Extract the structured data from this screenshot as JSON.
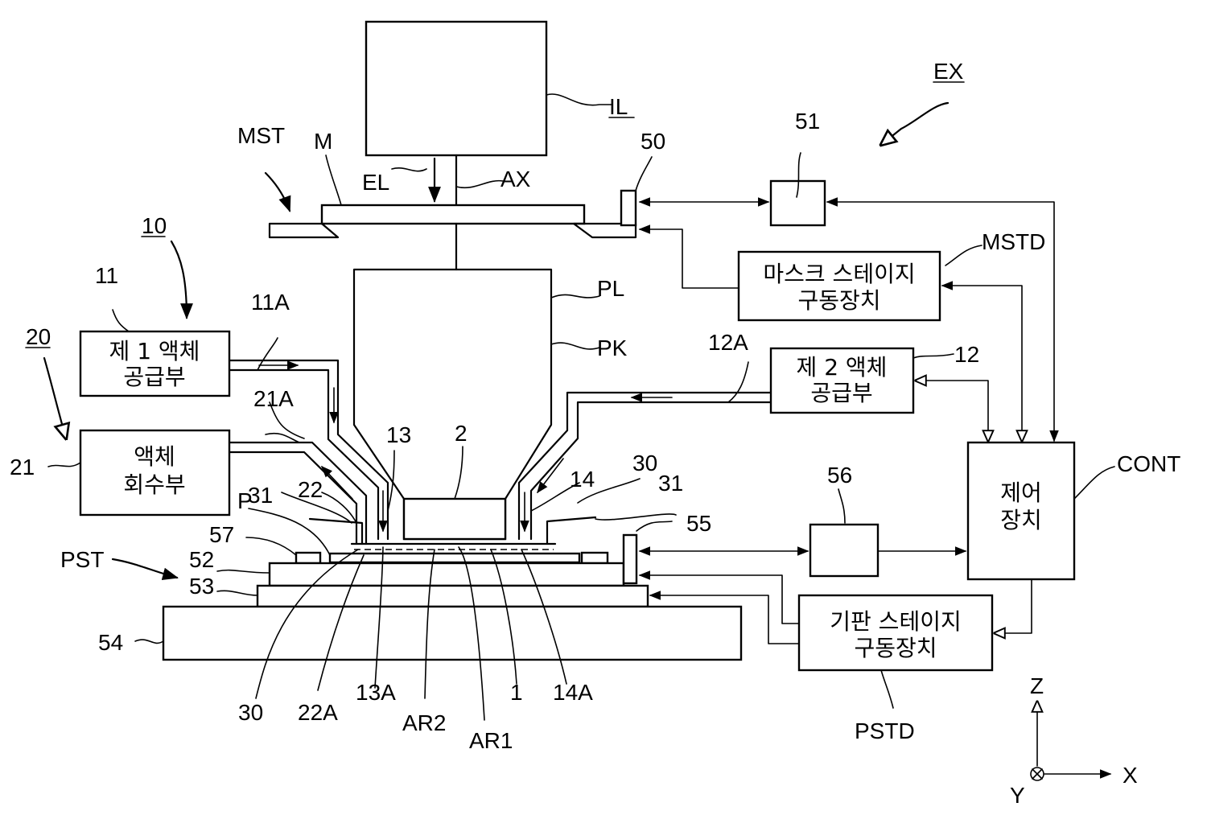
{
  "labels": {
    "il": "IL",
    "ex": "EX",
    "mst": "MST",
    "m": "M",
    "el": "EL",
    "ax": "AX",
    "n50": "50",
    "n51": "51",
    "mstd": "MSTD",
    "n10": "10",
    "n11": "11",
    "n11a": "11A",
    "pl": "PL",
    "pk": "PK",
    "n12a": "12A",
    "n12": "12",
    "n20": "20",
    "n21a": "21A",
    "n13": "13",
    "n2": "2",
    "n30a": "30",
    "n14": "14",
    "n31a": "31",
    "n55": "55",
    "n56": "56",
    "cont": "CONT",
    "n21": "21",
    "n31b": "31",
    "n22": "22",
    "p": "P",
    "n57": "57",
    "pst": "PST",
    "n52": "52",
    "n53": "53",
    "n54": "54",
    "n30b": "30",
    "n22a": "22A",
    "n13a": "13A",
    "ar2": "AR2",
    "ar1": "AR1",
    "n1": "1",
    "n14a": "14A",
    "pstd": "PSTD",
    "axis_z": "Z",
    "axis_x": "X",
    "axis_y": "Y"
  },
  "boxes": {
    "mask_stage_drive": [
      "마스크 스테이지",
      "구동장치"
    ],
    "first_liquid_supply": [
      "제 1 액체",
      "공급부"
    ],
    "second_liquid_supply": [
      "제 2 액체",
      "공급부"
    ],
    "liquid_recovery": [
      "액체",
      "회수부"
    ],
    "controller": [
      "제어",
      "장치"
    ],
    "substrate_stage_drive": [
      "기판 스테이지",
      "구동장치"
    ]
  }
}
